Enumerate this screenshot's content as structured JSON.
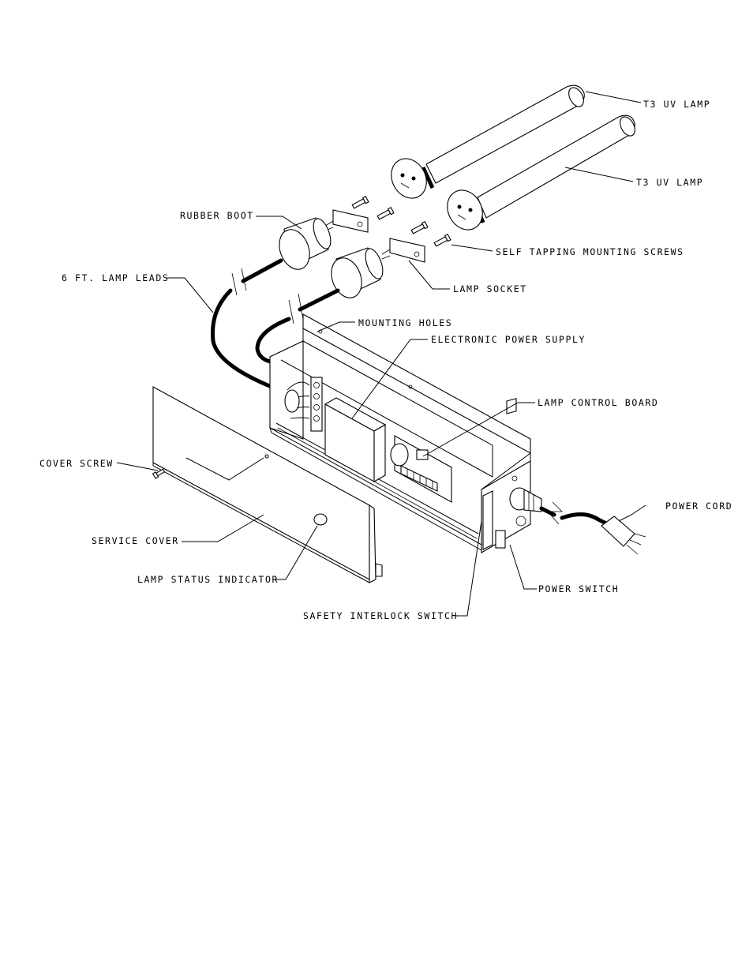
{
  "labels": {
    "t3_uv_lamp_1": "T3 UV LAMP",
    "t3_uv_lamp_2": "T3 UV LAMP",
    "rubber_boot": "RUBBER BOOT",
    "self_tapping_screws": "SELF TAPPING MOUNTING SCREWS",
    "lamp_leads": "6 FT. LAMP LEADS",
    "lamp_socket": "LAMP SOCKET",
    "mounting_holes": "MOUNTING HOLES",
    "power_supply": "ELECTRONIC POWER SUPPLY",
    "lamp_control_board": "LAMP CONTROL BOARD",
    "cover_screw": "COVER SCREW",
    "power_cord": "POWER CORD",
    "service_cover": "SERVICE COVER",
    "lamp_status_indicator": "LAMP STATUS INDICATOR",
    "power_switch": "POWER SWITCH",
    "safety_interlock_switch": "SAFETY INTERLOCK SWITCH"
  }
}
